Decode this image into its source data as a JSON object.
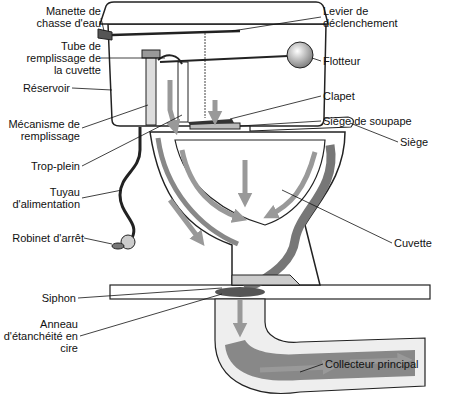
{
  "diagram": {
    "labels": [
      "Manette de chasse d'eau",
      "Tube de remplissage de la cuvette",
      "Réservoir",
      "Mécanisme de remplissage",
      "Trop-plein",
      "Tuyau d'alimentation",
      "Robinet d'arrêt",
      "Siphon",
      "Anneau d'étanchéité en cire",
      "Levier de déclenchement",
      "Flotteur",
      "Clapet",
      "Siège de soupape",
      "Siège",
      "Cuvette",
      "Collecteur principal"
    ]
  }
}
